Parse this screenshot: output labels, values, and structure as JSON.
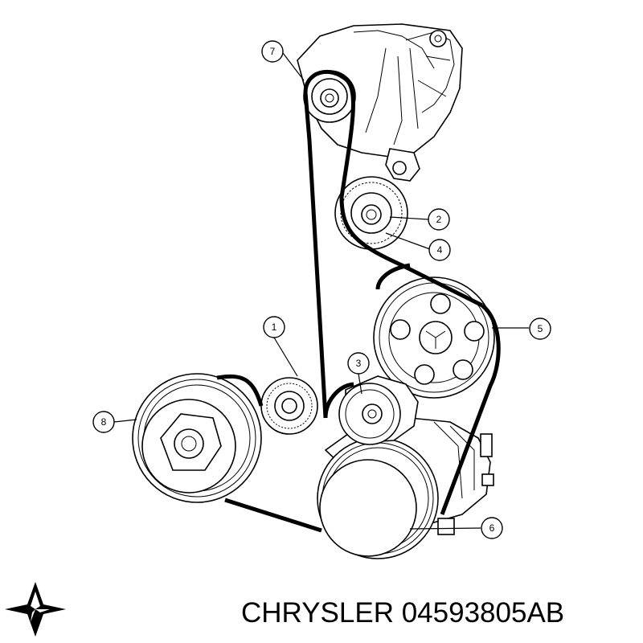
{
  "callouts": [
    "1",
    "2",
    "3",
    "4",
    "5",
    "6",
    "7",
    "8"
  ],
  "caption": {
    "brand": "CHRYSLER",
    "part_number": "04593805AB"
  },
  "logo_icon": "chrysler-pentastar-icon"
}
